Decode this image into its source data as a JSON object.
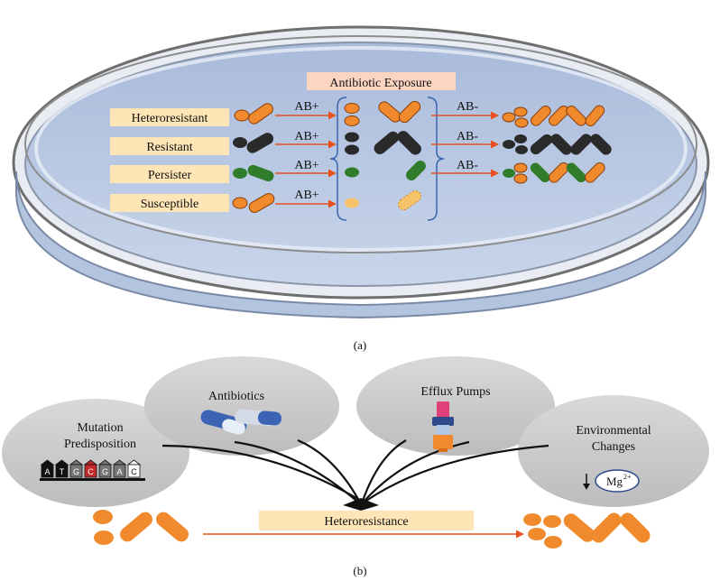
{
  "panel_a": {
    "header": "Antibiotic Exposure",
    "rows": [
      {
        "label": "Heteroresistant",
        "ab_in": "AB+",
        "ab_out": "AB-"
      },
      {
        "label": "Resistant",
        "ab_in": "AB+",
        "ab_out": "AB-"
      },
      {
        "label": "Persister",
        "ab_in": "AB+",
        "ab_out": "AB-"
      },
      {
        "label": "Susceptible",
        "ab_in": "AB+"
      }
    ],
    "caption": "(a)"
  },
  "panel_b": {
    "factors": {
      "mutation": [
        "Mutation",
        "Predisposition"
      ],
      "antibiotics": "Antibiotics",
      "efflux": "Efflux Pumps",
      "environment": [
        "Environmental",
        "Changes"
      ]
    },
    "dna_letters": [
      "A",
      "T",
      "G",
      "C",
      "G",
      "A",
      "C"
    ],
    "mg_label": "Mg",
    "mg_charge": "2+",
    "outcome": "Heteroresistance",
    "caption": "(b)"
  },
  "colors": {
    "orange": "#f08a2c",
    "black": "#2a2a2a",
    "green": "#2f7d2a",
    "label_bg": "#fde5b6",
    "header_bg": "#fbd5c2",
    "arrow": "#e8501e",
    "bracket": "#3a66b0",
    "dish_fill": "#bccbe3",
    "dish_rim": "#cfd8e6",
    "cloud": "#c8c8c8",
    "dead_cell": "#f6c36a"
  },
  "icons": {
    "down_arrow": "down-arrow-icon",
    "capsule": "capsule-icon",
    "pump": "efflux-pump-icon"
  }
}
